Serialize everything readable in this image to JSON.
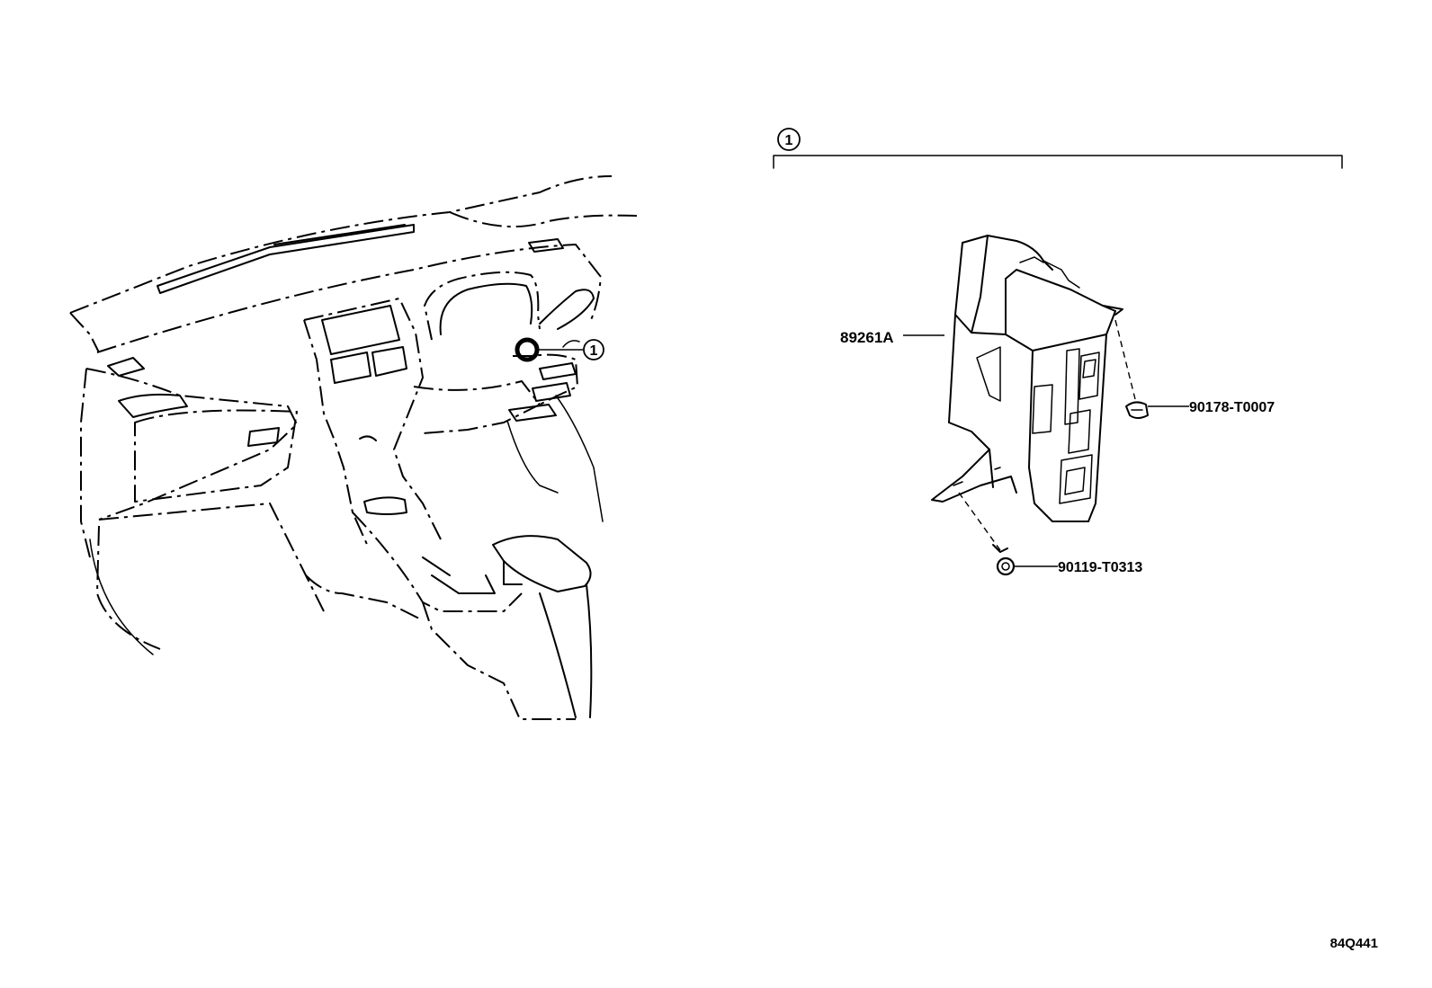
{
  "diagram": {
    "callout_number": "1",
    "parts": [
      {
        "part_number": "89261A"
      },
      {
        "part_number": "90178-T0007"
      },
      {
        "part_number": "90119-T0313"
      }
    ],
    "figure_code": "84Q441"
  }
}
